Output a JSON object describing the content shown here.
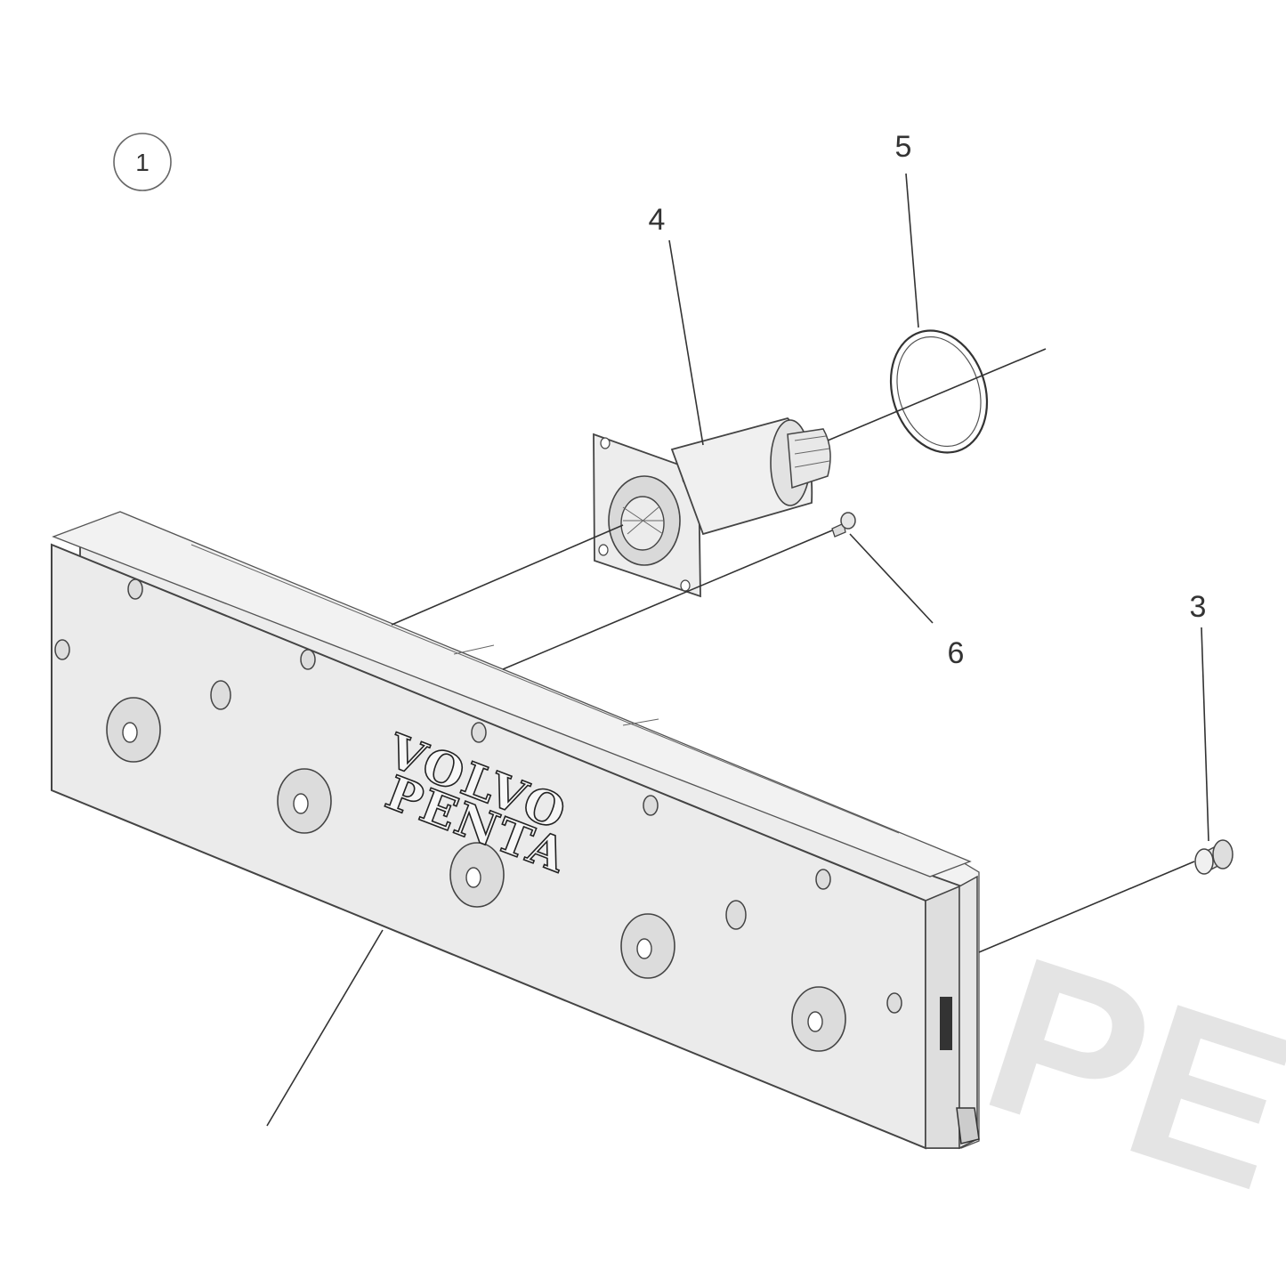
{
  "group_number": "1",
  "callouts": [
    {
      "id": "callout-3",
      "label": "3"
    },
    {
      "id": "callout-4",
      "label": "4"
    },
    {
      "id": "callout-5",
      "label": "5"
    },
    {
      "id": "callout-6",
      "label": "6"
    }
  ],
  "logo": {
    "line1": "VOLVO",
    "line2": "PENTA"
  },
  "watermark": {
    "text": "VOLVO PE"
  },
  "colors": {
    "line": "#333333",
    "fill": "#ececec",
    "watermark": "#cfcfcf"
  }
}
